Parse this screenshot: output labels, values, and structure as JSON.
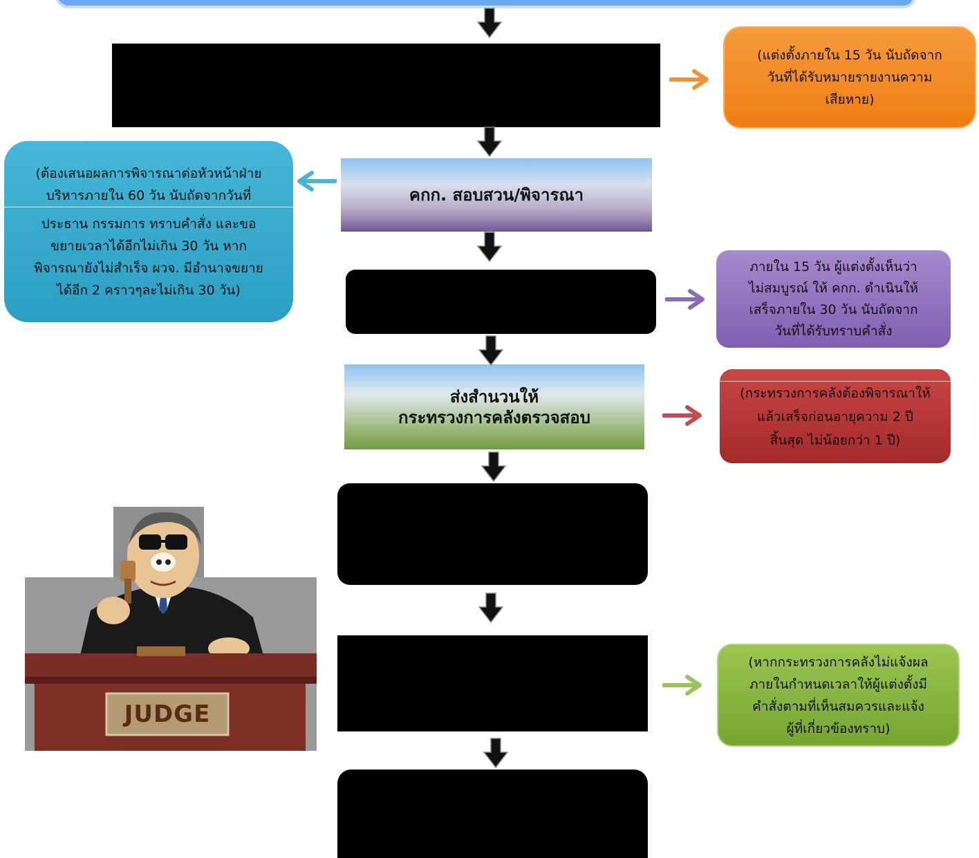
{
  "steps": {
    "investigate": "คกก. สอบสวน/พิจารณา",
    "send_line1": "ส่งสำนวนให้",
    "send_line2": "กระทรวงการคลังตรวจสอบ"
  },
  "notes": {
    "orange": [
      "(แต่งตั้งภายใน 15 วัน นับถัดจาก",
      "วันที่ได้รับหมายรายงานความ",
      "เสียหาย)"
    ],
    "blue": [
      "(ต้องเสนอผลการพิจารณาต่อหัวหน้าฝ่าย",
      "บริหารภายใน 60 วัน นับถัดจากวันที่",
      "ประธาน กรรมการ ทราบคำสั่ง และขอ",
      "ขยายเวลาได้อีกไม่เกิน 30 วัน หาก",
      "พิจารณายังไม่สำเร็จ ผวจ. มีอำนาจขยาย",
      "ได้อีก 2 คราวๆละไม่เกิน 30 วัน)"
    ],
    "purple": [
      "ภายใน 15 วัน ผู้แต่งตั้งเห็นว่า",
      "ไม่สมบูรณ์ ให้ คกก. ดำเนินให้",
      "เสร็จภายใน 30 วัน นับถัดจาก",
      "วันที่ได้รับทราบคำสั่ง"
    ],
    "red": [
      "(กระทรวงการคลังต้องพิจารณาให้",
      "แล้วเสร็จก่อนอายุความ 2 ปี",
      "สิ้นสุด ไม่น้อยกว่า 1 ปี)"
    ],
    "green": [
      "(หากกระทรวงการคลังไม่แจ้งผล",
      "ภายในกำหนดเวลาให้ผู้แต่งตั้งมี",
      "คำสั่งตามที่เห็นสมควรและแจ้ง",
      "ผู้ที่เกี่ยวข้องทราบ)"
    ]
  },
  "illustration": {
    "judge_sign": "JUDGE",
    "icon": "judge-cartoon-icon"
  },
  "colors": {
    "orange": "#ef7e12",
    "blue": "#2b9fc2",
    "purple": "#7f5eb0",
    "red": "#a42a2a",
    "green": "#76a534"
  }
}
